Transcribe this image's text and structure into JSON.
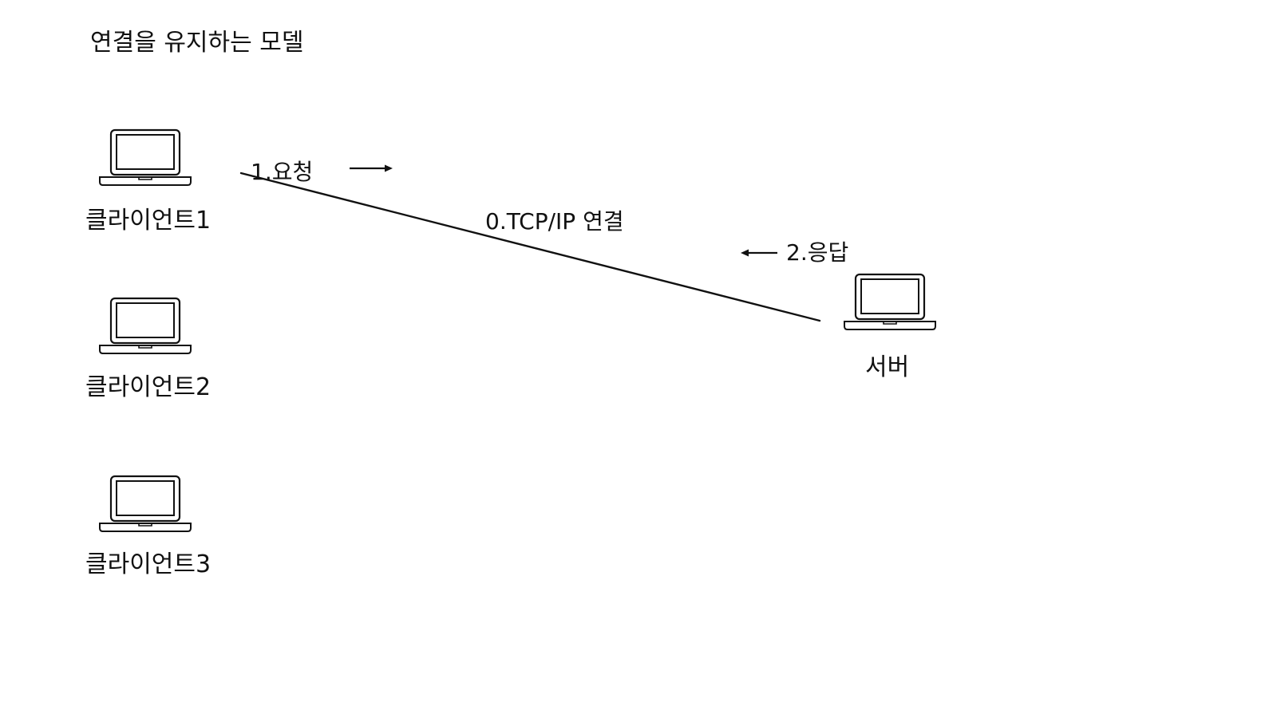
{
  "title": "연결을 유지하는 모델",
  "nodes": {
    "client1": {
      "label": "클라이언트1",
      "icon": "laptop-icon"
    },
    "client2": {
      "label": "클라이언트2",
      "icon": "laptop-icon"
    },
    "client3": {
      "label": "클라이언트3",
      "icon": "laptop-icon"
    },
    "server": {
      "label": "서버",
      "icon": "laptop-icon"
    }
  },
  "edges": {
    "connection": {
      "label": "0.TCP/IP 연결",
      "from": "client1",
      "to": "server"
    },
    "request": {
      "label": "1.요청",
      "direction": "to-server"
    },
    "response": {
      "label": "2.응답",
      "direction": "to-client"
    }
  },
  "colors": {
    "stroke": "#111111",
    "background": "#ffffff"
  }
}
